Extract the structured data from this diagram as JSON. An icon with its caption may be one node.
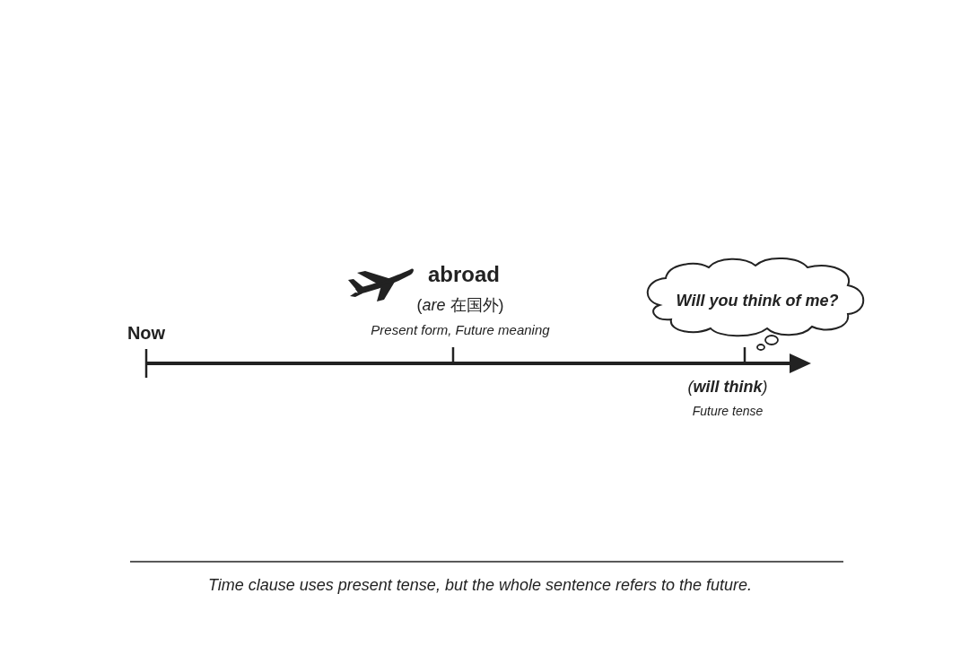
{
  "diagram": {
    "caption": "Time clause uses present tense, but the whole sentence refers to the future.",
    "nodes": [
      {
        "text": [
          "Will you think of me?"
        ]
      }
    ],
    "labels": [
      "Now",
      "abroad",
      "(*are* 在国外)",
      "Present form, Future meaning",
      "(**will think**)",
      "Future tense"
    ]
  }
}
